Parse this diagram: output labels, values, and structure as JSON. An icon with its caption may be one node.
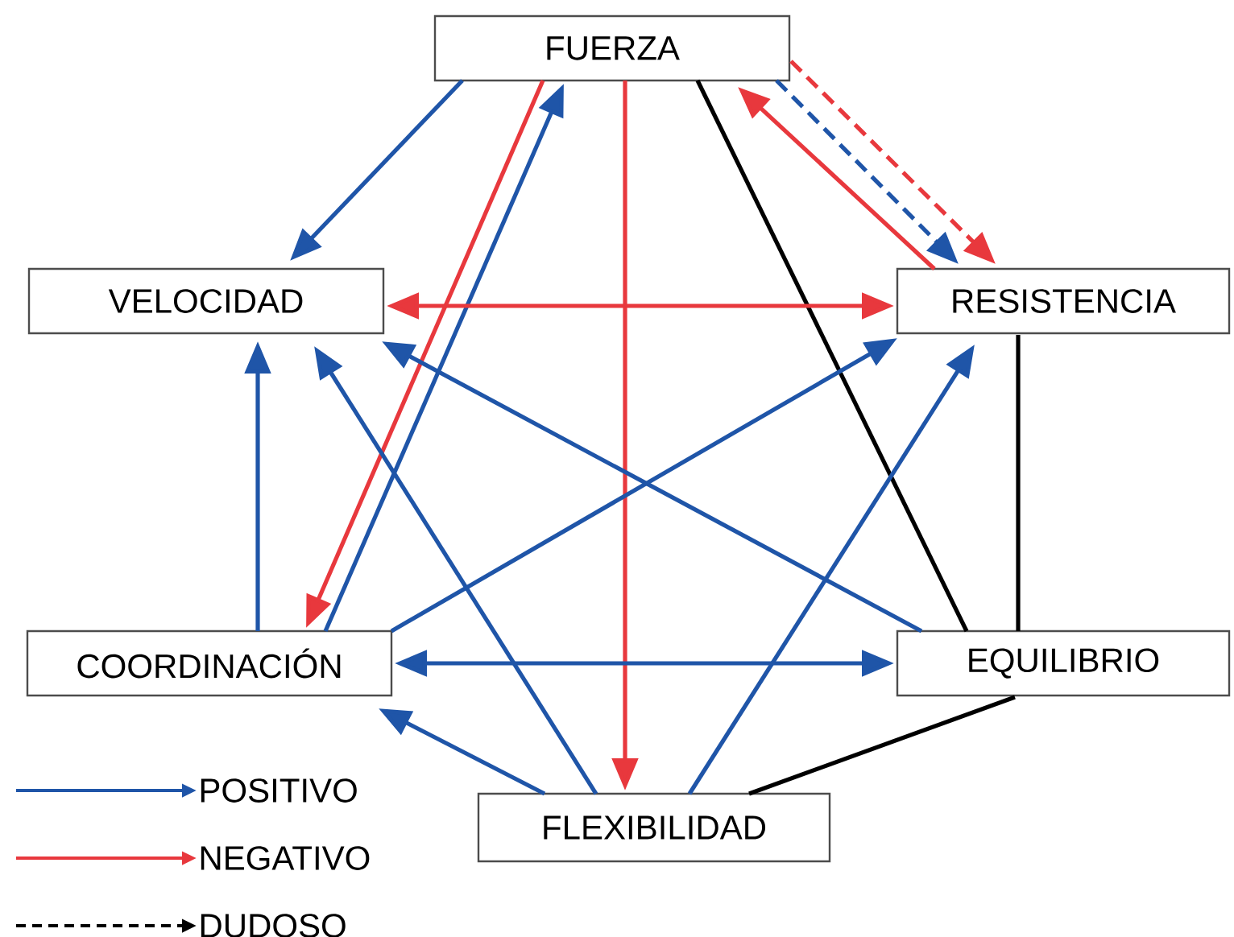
{
  "diagram": {
    "nodes": [
      {
        "text": [
          "FUERZA"
        ]
      },
      {
        "text": [
          "VELOCIDAD"
        ]
      },
      {
        "text": [
          "RESISTENCIA"
        ]
      },
      {
        "text": [
          "COORDINACIÓN"
        ]
      },
      {
        "text": [
          "EQUILIBRIO"
        ]
      },
      {
        "text": [
          "FLEXIBILIDAD"
        ]
      }
    ],
    "edges": [
      {
        "from": 0,
        "to": 1,
        "arrow": "to"
      },
      {
        "from": 0,
        "to": 3,
        "arrow": "to",
        "color": "#e8383d"
      },
      {
        "from": 3,
        "to": 0,
        "arrow": "to"
      },
      {
        "from": 0,
        "to": 5,
        "arrow": "to",
        "color": "#e8383d"
      },
      {
        "from": 0,
        "to": 4,
        "arrow": "none",
        "color": "#000000"
      },
      {
        "from": 2,
        "to": 0,
        "arrow": "to",
        "color": "#e8383d"
      },
      {
        "from": 0,
        "to": 2,
        "arrow": "to",
        "style": "dashed"
      },
      {
        "from": 0,
        "to": 2,
        "arrow": "to",
        "style": "dashed",
        "color": "#e8383d"
      },
      {
        "from": 1,
        "to": 2,
        "arrow": "both",
        "color": "#e8383d"
      },
      {
        "from": 2,
        "to": 4,
        "arrow": "none",
        "color": "#000000"
      },
      {
        "from": 3,
        "to": 1,
        "arrow": "to"
      },
      {
        "from": 5,
        "to": 1,
        "arrow": "to"
      },
      {
        "from": 4,
        "to": 1,
        "arrow": "to"
      },
      {
        "from": 3,
        "to": 2,
        "arrow": "to"
      },
      {
        "from": 5,
        "to": 2,
        "arrow": "to"
      },
      {
        "from": 3,
        "to": 4,
        "arrow": "both"
      },
      {
        "from": 5,
        "to": 3,
        "arrow": "to"
      },
      {
        "from": 5,
        "to": 4,
        "arrow": "none",
        "color": "#000000"
      }
    ],
    "legend": [
      {
        "text": "POSITIVO",
        "color": "#1f55a8"
      },
      {
        "text": "NEGATIVO",
        "color": "#e8383d"
      },
      {
        "text": "DUDOSO"
      }
    ]
  }
}
